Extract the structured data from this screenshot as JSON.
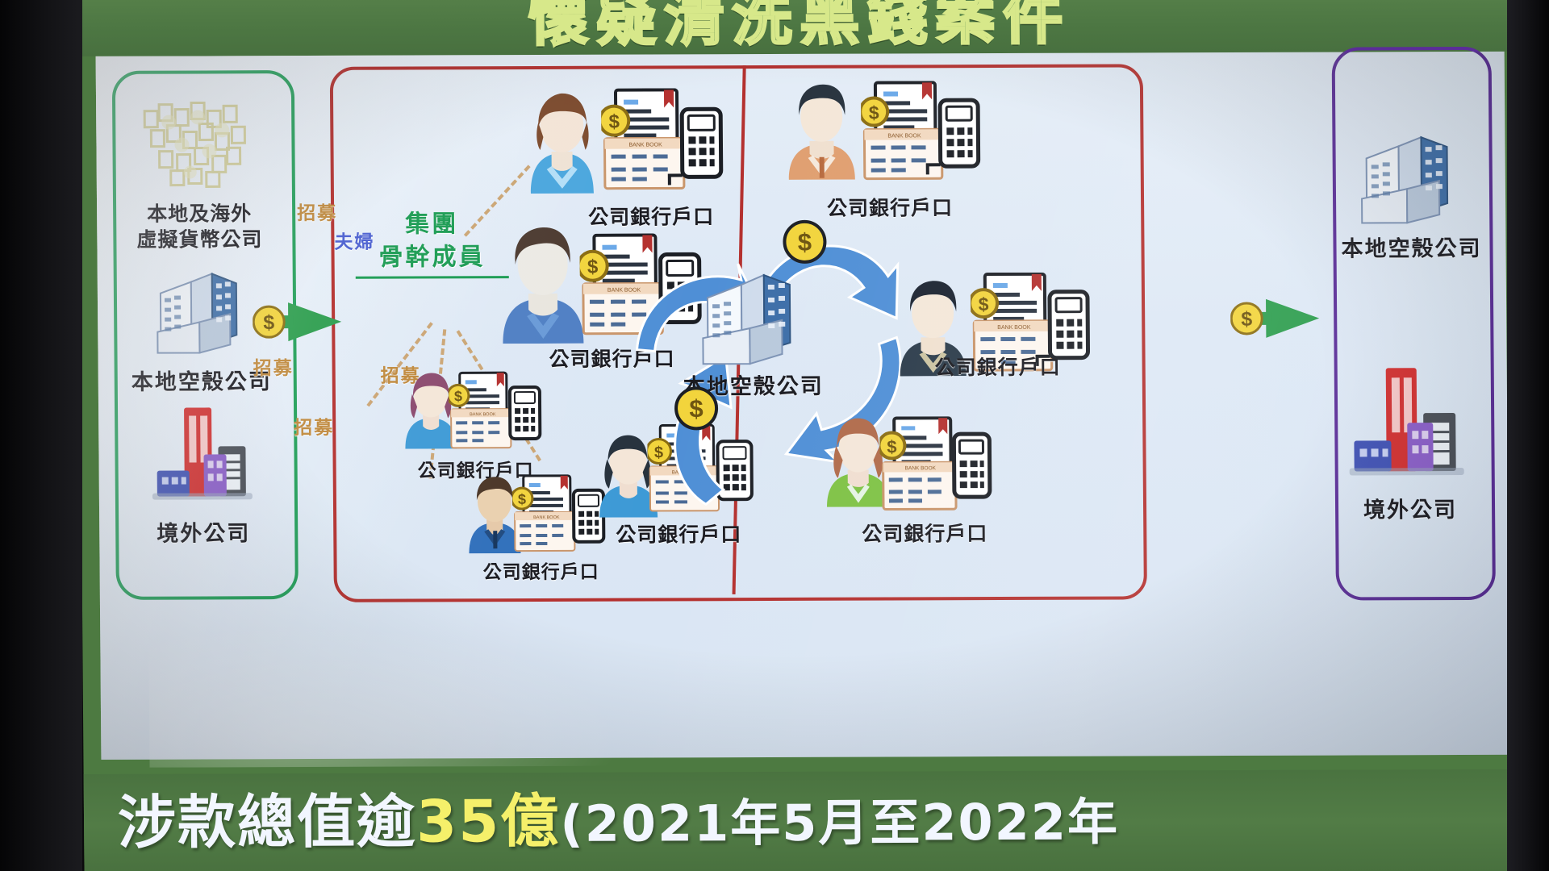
{
  "slide": {
    "header_title": "懷疑清洗黑錢案件",
    "footer": {
      "prefix": "涉款總值逾",
      "amount": "35億",
      "suffix": "(2021年5月至2022年"
    }
  },
  "colors": {
    "band_green": "#4d7743",
    "title_outline": "#d7e88a",
    "box_green": "#23a05a",
    "box_red": "#b4302e",
    "box_purple": "#5b2d98",
    "core_label_green": "#1a9b52",
    "recruit_brown": "#c08a3e",
    "couple_blue": "#4a5fd0",
    "flow_arrow_green": "#2e9e4f",
    "cycle_arrow_blue": "#4f8fd6",
    "coin_yellow": "#f2d43c",
    "slide_bg": "#dde8f5"
  },
  "left_panel": {
    "name": "source-entities",
    "items": [
      {
        "icon": "crypto-coins-icon",
        "label_line1": "本地及海外",
        "label_line2": "虛擬貨幣公司"
      },
      {
        "icon": "office-building-icon",
        "label_line1": "本地空殼公司",
        "label_line2": ""
      },
      {
        "icon": "city-buildings-icon",
        "label_line1": "境外公司",
        "label_line2": ""
      }
    ]
  },
  "middle_panel": {
    "name": "syndicate-network",
    "core_label_line1": "集團",
    "core_label_line2": "骨幹成員",
    "center_entity_label": "本地空殼公司",
    "account_label": "公司銀行戶口",
    "recruit_label": "招募",
    "couple_label": "夫婦",
    "left_subgroup": {
      "core_member": {
        "icon": "man-avatar-icon",
        "account_label": "公司銀行戶口"
      },
      "spouse": {
        "icon": "woman-avatar-icon",
        "account_label": "公司銀行戶口",
        "relation": "夫婦",
        "edge": "招募"
      },
      "recruits": [
        {
          "icon": "woman-avatar-icon",
          "account_label": "公司銀行戶口",
          "edge": "招募"
        },
        {
          "icon": "man-avatar-icon",
          "account_label": "公司銀行戶口",
          "edge": "招募"
        },
        {
          "icon": "woman-avatar-icon",
          "account_label": "公司銀行戶口",
          "edge": "招募"
        }
      ]
    },
    "right_subgroup": {
      "members": [
        {
          "icon": "man-avatar-icon",
          "account_label": "公司銀行戶口"
        },
        {
          "icon": "man-avatar-icon",
          "account_label": "公司銀行戶口"
        },
        {
          "icon": "woman-avatar-icon",
          "account_label": "公司銀行戶口"
        }
      ]
    }
  },
  "right_panel": {
    "name": "destination-entities",
    "items": [
      {
        "icon": "office-building-icon",
        "label": "本地空殼公司"
      },
      {
        "icon": "city-buildings-icon",
        "label": "境外公司"
      }
    ]
  },
  "flow": {
    "inbound_arrow": {
      "icon": "money-arrow-right-icon",
      "coin": "$"
    },
    "outbound_arrow": {
      "icon": "money-arrow-right-icon",
      "coin": "$"
    },
    "cycle_coins": [
      "$",
      "$"
    ]
  },
  "icon_glyphs": {
    "coin": "$",
    "bankbook_text": "BANK BOOK"
  }
}
